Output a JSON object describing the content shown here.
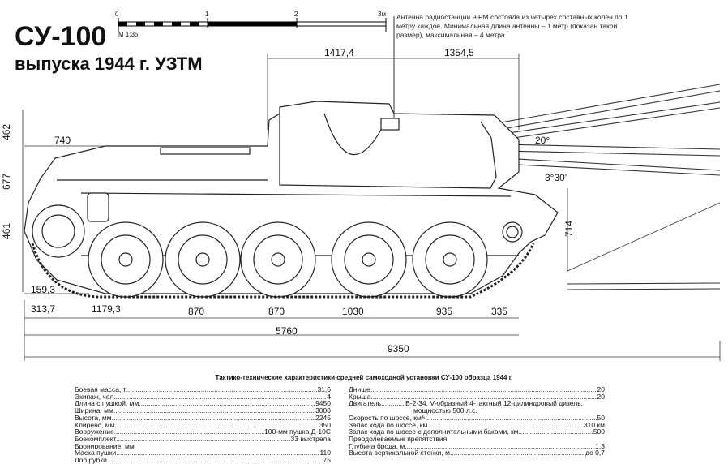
{
  "title": "СУ-100",
  "subtitle": "выпуска 1944 г. УЗТМ",
  "scale": {
    "start": "0",
    "mid": "1",
    "mid2": "2",
    "end": "3м",
    "ratio": "М 1:35"
  },
  "antenna_note": "Антенна радиостанции 9-РМ состояла из четырех составных колен по 1 метру каждое. Минимальная длина антенны – 1 метр (показан такой размер), максимальная – 4 метра",
  "dims": {
    "top_left": "1417,4",
    "top_right": "1354,5",
    "d740": "740",
    "left_462": "462",
    "left_677": "677",
    "left_461": "461",
    "right_714": "714",
    "angle_20": "20°",
    "angle_3": "3°30'",
    "b_159": "159,3",
    "b_313": "313,7",
    "b_1179": "1179,3",
    "b_870a": "870",
    "b_870b": "870",
    "b_1030": "1030",
    "b_935": "935",
    "b_335": "335",
    "b_5760": "5760",
    "b_9350": "9350"
  },
  "spec_title": "Тактико-технические характеристики средней самоходной установки СУ-100 образца 1944 г.",
  "specs_left": [
    {
      "k": "Боевая масса, т",
      "v": "31,6"
    },
    {
      "k": "Экипаж, чел.",
      "v": "4"
    },
    {
      "k": "Длина с пушкой, мм",
      "v": "9450"
    },
    {
      "k": "Ширина, мм",
      "v": "3000"
    },
    {
      "k": "Высота, мм",
      "v": "2245"
    },
    {
      "k": "Клиренс, мм",
      "v": "350"
    },
    {
      "k": "Вооружение",
      "v": "100-мм пушка Д-10С"
    },
    {
      "k": "Боекомплект",
      "v": "33 выстрела"
    },
    {
      "k": "Бронирование, мм",
      "v": ""
    },
    {
      "k": "Маска пушки",
      "v": "110"
    },
    {
      "k": "Лоб рубки",
      "v": "75"
    }
  ],
  "specs_right": [
    {
      "k": "Днище",
      "v": "20"
    },
    {
      "k": "Крыша",
      "v": "20"
    },
    {
      "k": "Двигатель",
      "v": "В-2-34, V-образный 4-тактный 12-цилиндровый дизель,"
    },
    {
      "k": "",
      "v": "мощностью 500 л.с."
    },
    {
      "k": "Скорость по шоссе, км/ч",
      "v": "50"
    },
    {
      "k": "Запас хода по шоссе, км",
      "v": "310 км"
    },
    {
      "k": "Запас хода по шоссе с дополнительными баками, км",
      "v": "500"
    },
    {
      "k": "Преодолеваемые препятствия",
      "v": ""
    },
    {
      "k": "Глубина брода, м",
      "v": "1,3"
    },
    {
      "k": "Высота вертикальной стенки, м",
      "v": "до 0,7"
    }
  ]
}
